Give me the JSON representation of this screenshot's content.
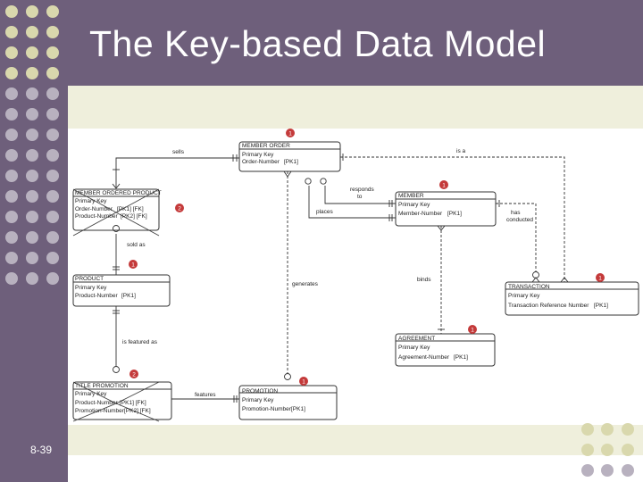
{
  "slide": {
    "title": "The Key-based Data Model",
    "number": "8-39"
  },
  "colors": {
    "purple": "#6e5f7b",
    "dot_purple": "#b8b1bf",
    "dot_cream": "#d9d8ad",
    "cream_strip": "#efefdc",
    "badge_red": "#c43a3a"
  },
  "entities": {
    "member_order": {
      "name": "MEMBER ORDER",
      "key_label": "Primary Key",
      "attr": "Order-Number",
      "tag": "[PK1]",
      "badge": "1"
    },
    "member": {
      "name": "MEMBER",
      "key_label": "Primary Key",
      "attr": "Member-Number",
      "tag": "[PK1]",
      "badge": "1"
    },
    "member_ordered_product": {
      "name": "MEMBER ORDERED PRODUCT",
      "key_label": "Primary Key",
      "attr1": "Order-Number",
      "tag1": "[PK1] [FK]",
      "attr2": "Product-Number",
      "tag2": "[PK2] [FK]",
      "badge": "2"
    },
    "product": {
      "name": "PRODUCT",
      "key_label": "Primary Key",
      "attr": "Product-Number",
      "tag": "[PK1]",
      "badge": "1"
    },
    "transaction": {
      "name": "TRANSACTION",
      "key_label": "Primary Key",
      "attr": "Transaction Reference Number",
      "tag": "[PK1]",
      "badge": "1"
    },
    "agreement": {
      "name": "AGREEMENT",
      "key_label": "Primary Key",
      "attr": "Agreement-Number",
      "tag": "[PK1]",
      "badge": "1"
    },
    "title_promotion": {
      "name": "TITLE PROMOTION",
      "key_label": "Primary Key",
      "attr1": "Product-Number",
      "tag1": "[PK1] [FK]",
      "attr2": "Promotion-Number",
      "tag2": "[PK2] [FK]",
      "badge": "2"
    },
    "promotion": {
      "name": "PROMOTION",
      "key_label": "Primary Key",
      "attr": "Promotion-Number",
      "tag": "[PK1]",
      "badge": "1"
    }
  },
  "relationships": {
    "sells": "sells",
    "is_a": "is a",
    "responds_to_1": "responds",
    "responds_to_2": "to",
    "places": "places",
    "has_conducted_1": "has",
    "has_conducted_2": "conducted",
    "sold_as": "sold as",
    "generates": "generates",
    "binds": "binds",
    "is_featured_as": "is featured as",
    "features": "features"
  }
}
